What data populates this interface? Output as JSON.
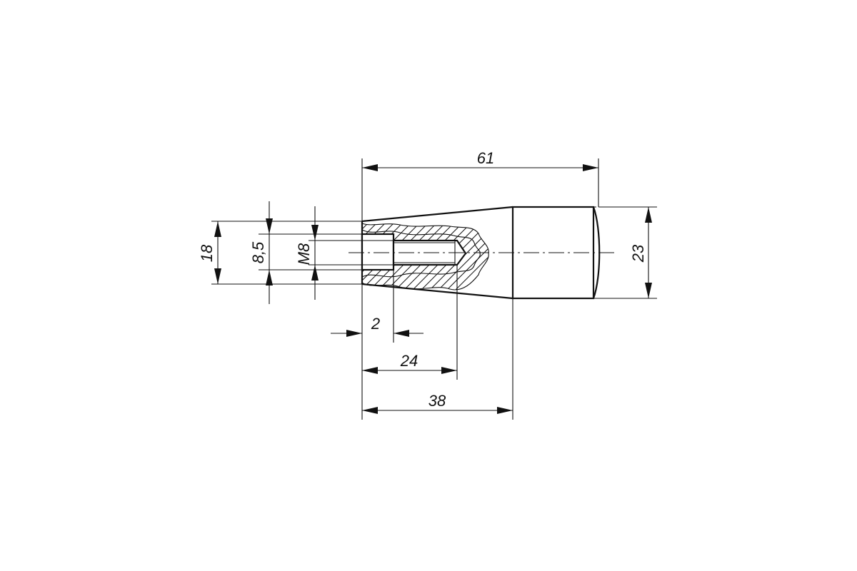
{
  "dimensions": {
    "overall_length": "61",
    "knob_diameter": "23",
    "shaft_diameter": "18",
    "counterbore_diameter": "8,5",
    "thread": "M8",
    "counterbore_depth": "2",
    "thread_depth": "24",
    "taper_length": "38"
  },
  "colors": {
    "line": "#111111",
    "background": "#ffffff"
  }
}
